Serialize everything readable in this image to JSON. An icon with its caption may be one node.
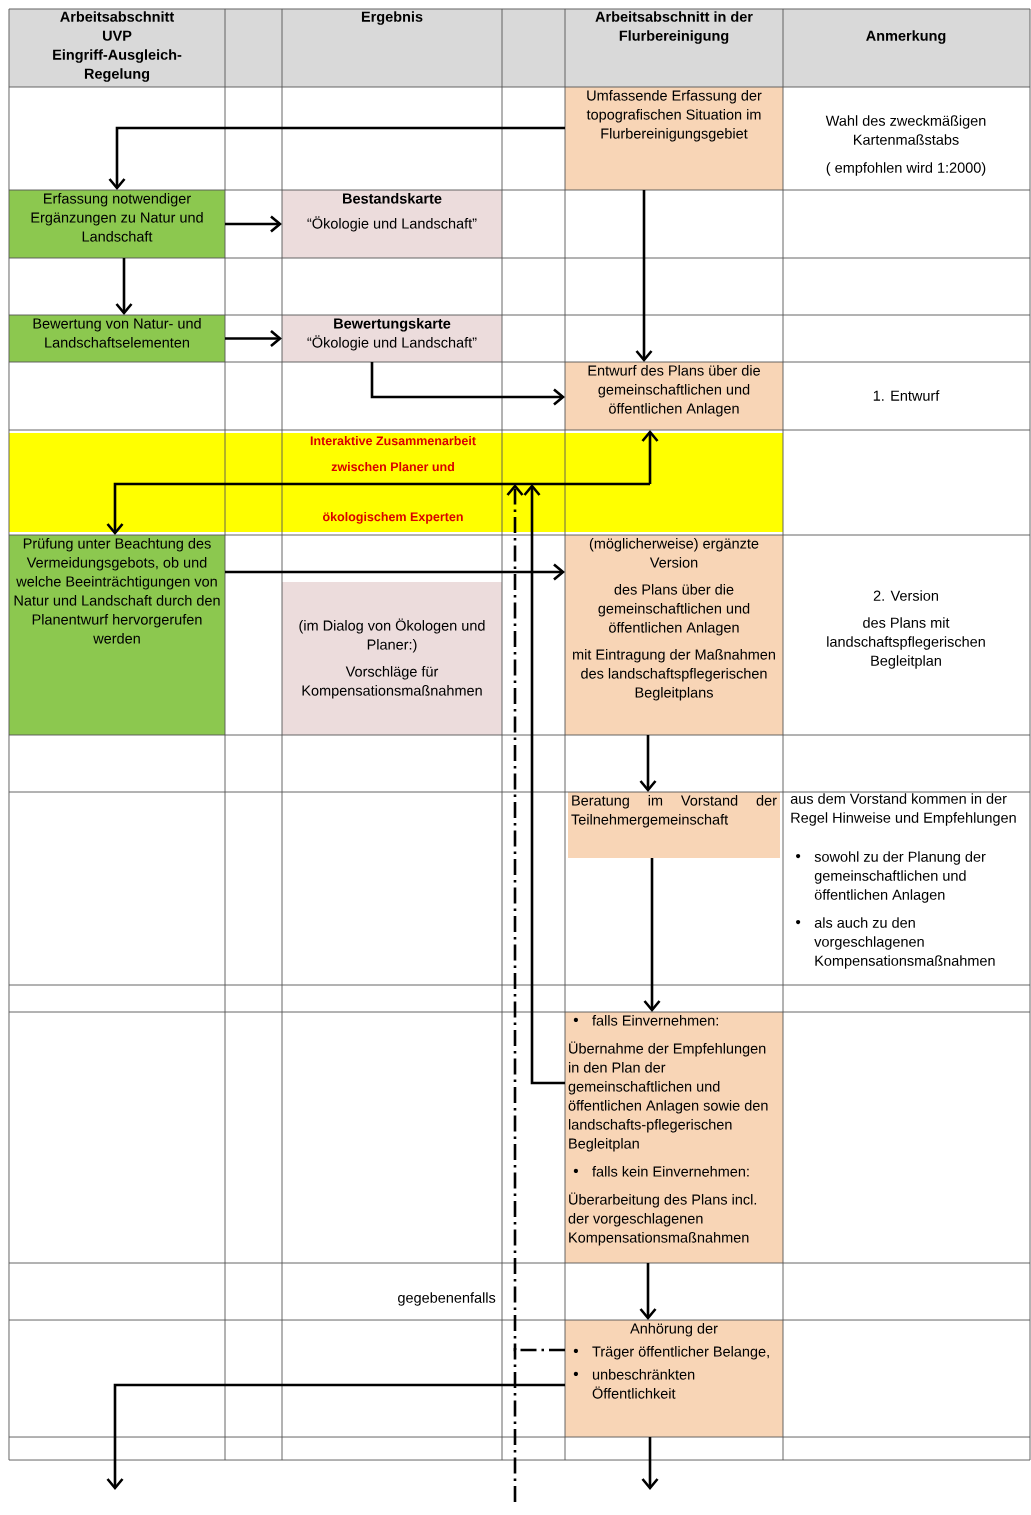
{
  "diagram": {
    "nodes": [
      {
        "text": [
          "Umfassende Erfassung der topografischen Situation im Flurbereinigungsgebiet"
        ]
      },
      {
        "text": [
          "Erfassung notwendiger Ergänzungen zu Natur und Landschaft"
        ]
      },
      {
        "text": [
          "Bestandskarte",
          "“Ökologie und Landschaft”"
        ]
      },
      {
        "text": [
          "Bewertung von Natur- und Landschaftselementen"
        ]
      },
      {
        "text": [
          "Bewertungskarte",
          "“Ökologie und Landschaft”"
        ]
      },
      {
        "text": [
          "Entwurf des Plans über die gemeinschaftlichen und öffentlichen Anlagen"
        ]
      },
      {
        "text": [
          "Interaktive Zusammenarbeit zwischen Planer und",
          "ökologischem Experten"
        ]
      },
      {
        "text": [
          "Prüfung unter Beachtung des Vermeidungsgebots, ob und welche Beeinträchtigungen von Natur und Landschaft durch den Planentwurf hervorgerufen werden"
        ]
      },
      {
        "text": [
          "(im Dialog von Ökologen und Planer:)",
          "Vorschläge für Kompensationsmaßnahmen"
        ]
      },
      {
        "text": [
          "(möglicherweise) ergänzte Version",
          "des Plans über die gemeinschaftlichen und öffentlichen Anlagen",
          "mit Eintragung der Maßnahmen des landschaftspflegerischen Begleitplans"
        ]
      },
      {
        "text": [
          "Beratung im Vorstand der Teilnehmergemeinschaft"
        ]
      },
      {
        "text": [
          "falls Einvernehmen:",
          "Übernahme der Empfehlungen in den Plan der gemeinschaftlichen und öffentlichen Anlagen sowie den landschafts-pflegerischen Begleitplan",
          "falls kein Einvernehmen:",
          "Überarbeitung des Plans incl. der vorgeschlagenen Kompensationsmaßnahmen"
        ]
      },
      {
        "text": [
          "Anhörung der",
          "Träger öffentlicher Belange,",
          "unbeschränkten Öffentlichkeit"
        ]
      }
    ],
    "edges": [
      {
        "from": 0,
        "to": 1,
        "arrow": "to"
      },
      {
        "from": 1,
        "to": 2,
        "arrow": "to"
      },
      {
        "from": 1,
        "to": 3,
        "arrow": "to"
      },
      {
        "from": 3,
        "to": 4,
        "arrow": "to"
      },
      {
        "from": 0,
        "to": 5,
        "arrow": "to"
      },
      {
        "from": 4,
        "to": 5,
        "arrow": "to"
      },
      {
        "from": 6,
        "to": 5,
        "arrow": "to"
      },
      {
        "from": 6,
        "to": 7,
        "arrow": "to"
      },
      {
        "from": 11,
        "to": 6,
        "arrow": "to"
      },
      {
        "from": 12,
        "to": 6,
        "arrow": "to",
        "style": "dashed"
      },
      {
        "from": null,
        "to": 6,
        "arrow": "to",
        "style": "dashed"
      },
      {
        "from": 7,
        "to": 9,
        "arrow": "to"
      },
      {
        "from": 9,
        "to": 10,
        "arrow": "to"
      },
      {
        "from": 10,
        "to": 11,
        "arrow": "to"
      },
      {
        "from": 11,
        "to": 12,
        "arrow": "to"
      },
      {
        "from": 12,
        "to": null,
        "arrow": "to"
      },
      {
        "from": 12,
        "to": null,
        "arrow": "to"
      }
    ],
    "labels": [
      "Arbeitsabschnitt UVP Eingriff-Ausgleich-Regelung",
      "Ergebnis",
      "Arbeitsabschnitt in der Flurbereinigung",
      "Anmerkung",
      "Wahl des zweckmäßigen Kartenmaßstabs",
      "( empfohlen wird 1:2000)",
      "1. Entwurf",
      "2. Version",
      "des Plans mit landschaftspflegerischen Begleitplan",
      "aus dem Vorstand kommen in der Regel Hinweise und Empfehlungen",
      "sowohl zu der Planung der gemeinschaftlichen und öffentlichen Anlagen",
      "als auch zu den vorgeschlagenen Kompensationsmaßnahmen",
      "gegebenenfalls"
    ]
  }
}
